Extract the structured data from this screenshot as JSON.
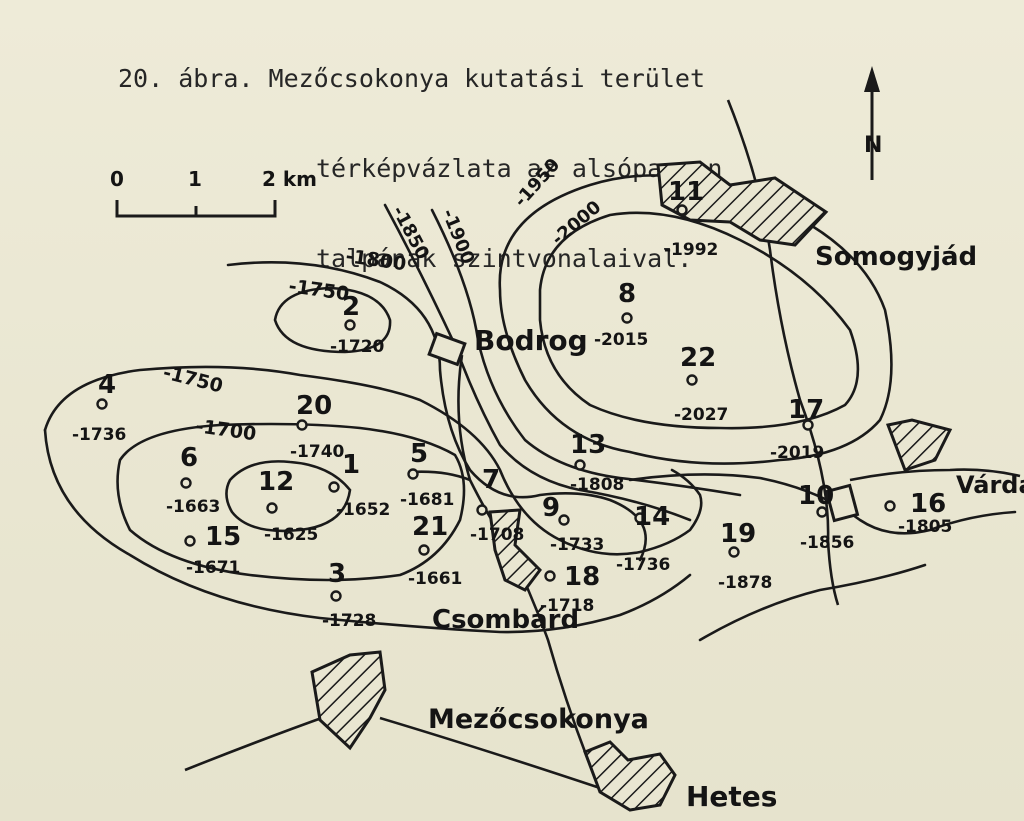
{
  "caption": {
    "line1": "20. ábra. Mezőcsokonya kutatási terület",
    "line2": "térképvázlata az alsópannon",
    "line3": "talpának szintvonalaival."
  },
  "north_arrow_label": "N",
  "scale_bar": {
    "labels": [
      "0",
      "1",
      "2 km"
    ]
  },
  "places": {
    "somogyjad": "Somogyjád",
    "bodrog": "Bodrog",
    "varda": "Várda",
    "csombard": "Csombárd",
    "mezocsokonya": "Mezőcsokonya",
    "hetes": "Hetes"
  },
  "contour_labels": {
    "c1950": "-1950",
    "c2000": "-2000",
    "c1850": "-1850",
    "c1900": "-1900",
    "c1800": "-1800",
    "c1750a": "-1750",
    "c1750b": "-1750",
    "c1700": "-1700"
  },
  "wells": [
    {
      "id": "11",
      "depth": "-1992"
    },
    {
      "id": "8",
      "depth": "-2015"
    },
    {
      "id": "22",
      "depth": "-2027"
    },
    {
      "id": "17",
      "depth": "-2019"
    },
    {
      "id": "2",
      "depth": "-1720"
    },
    {
      "id": "4",
      "depth": "-1736"
    },
    {
      "id": "20",
      "depth": "-1740"
    },
    {
      "id": "13",
      "depth": "-1808"
    },
    {
      "id": "6",
      "depth": "-1663"
    },
    {
      "id": "12",
      "depth": "-1625"
    },
    {
      "id": "1",
      "depth": "-1652"
    },
    {
      "id": "5",
      "depth": "-1681"
    },
    {
      "id": "7",
      "depth": "-1708"
    },
    {
      "id": "9",
      "depth": "-1733"
    },
    {
      "id": "14",
      "depth": "-1736"
    },
    {
      "id": "19",
      "depth": "-1878"
    },
    {
      "id": "10",
      "depth": "-1856"
    },
    {
      "id": "16",
      "depth": "-1805"
    },
    {
      "id": "15",
      "depth": "-1671"
    },
    {
      "id": "21",
      "depth": "-1661"
    },
    {
      "id": "3",
      "depth": "-1728"
    },
    {
      "id": "18",
      "depth": "-1718"
    }
  ]
}
